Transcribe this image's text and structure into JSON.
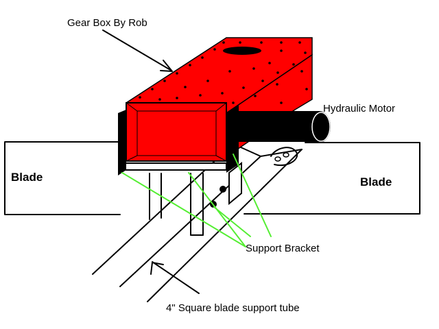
{
  "labels": {
    "gearbox": "Gear Box By Rob",
    "motor": "Hydraulic Motor",
    "blade_left": "Blade",
    "blade_right": "Blade",
    "bracket": "Support Bracket",
    "tube": "4\" Square blade support tube"
  },
  "colors": {
    "gearbox_red": "#ff0000",
    "motor_black": "#000000",
    "bracket_green": "#55ee33",
    "line": "#000000",
    "background": "#ffffff"
  }
}
